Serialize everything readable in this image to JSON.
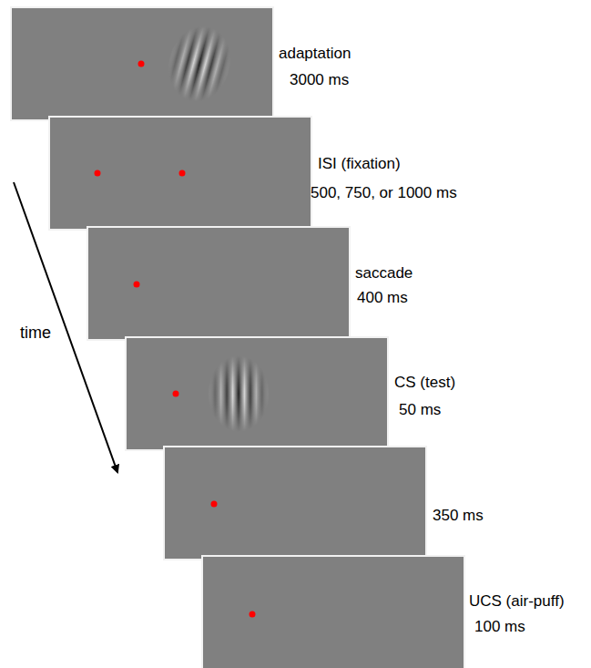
{
  "diagram": {
    "nodes": [
      {
        "text": [
          "adaptation",
          "3000 ms"
        ]
      },
      {
        "text": [
          "ISI (fixation)",
          "500, 750, or 1000 ms"
        ]
      },
      {
        "text": [
          "saccade",
          "400 ms"
        ]
      },
      {
        "text": [
          "CS (test)",
          "50 ms"
        ]
      },
      {
        "text": [
          "350 ms"
        ]
      },
      {
        "text": [
          "UCS (air-puff)",
          "100 ms"
        ]
      }
    ],
    "labels": [
      "time"
    ]
  }
}
